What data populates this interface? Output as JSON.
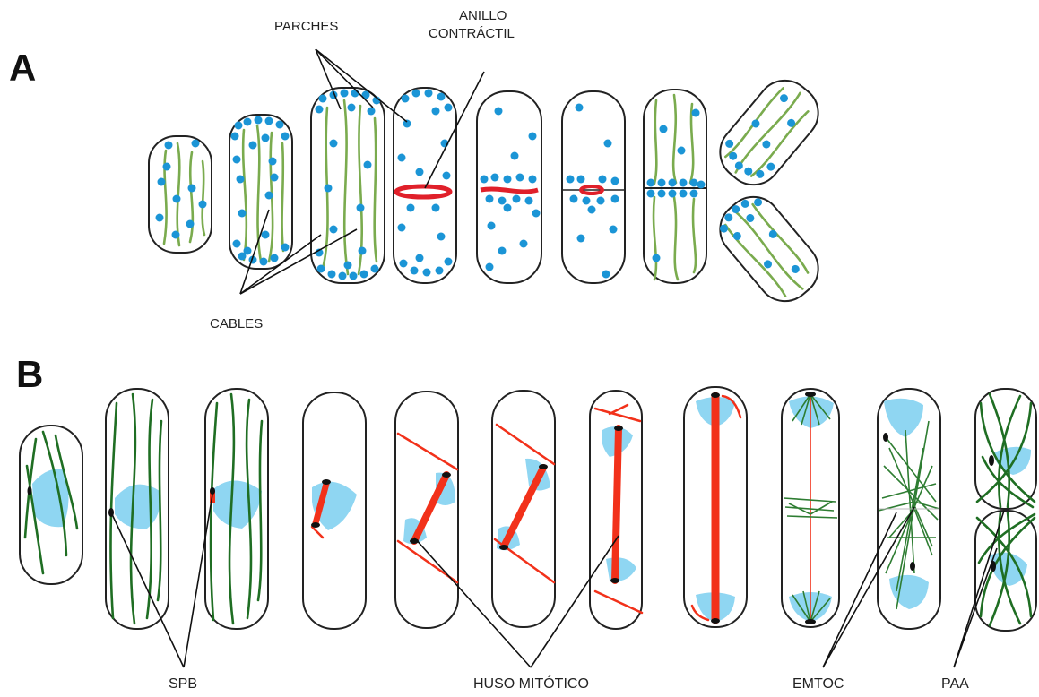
{
  "panel_a": {
    "letter": "A",
    "labels": {
      "parches": "PARCHES",
      "anillo_line1": "ANILLO",
      "anillo_line2": "CONTRÁCTIL",
      "cables": "CABLES"
    }
  },
  "panel_b": {
    "letter": "B",
    "labels": {
      "spb": "SPB",
      "huso": "HUSO MITÓTICO",
      "emtoc": "EMTOC",
      "paa": "PAA"
    }
  },
  "colors": {
    "actin_patch": "#1b95d6",
    "actin_cable": "#7aab4e",
    "contractile_ring": "#e0202a",
    "microtubule": "#1f6e23",
    "nucleus": "#8fd6f2",
    "spindle": "#f2311a",
    "spb": "#111111"
  }
}
